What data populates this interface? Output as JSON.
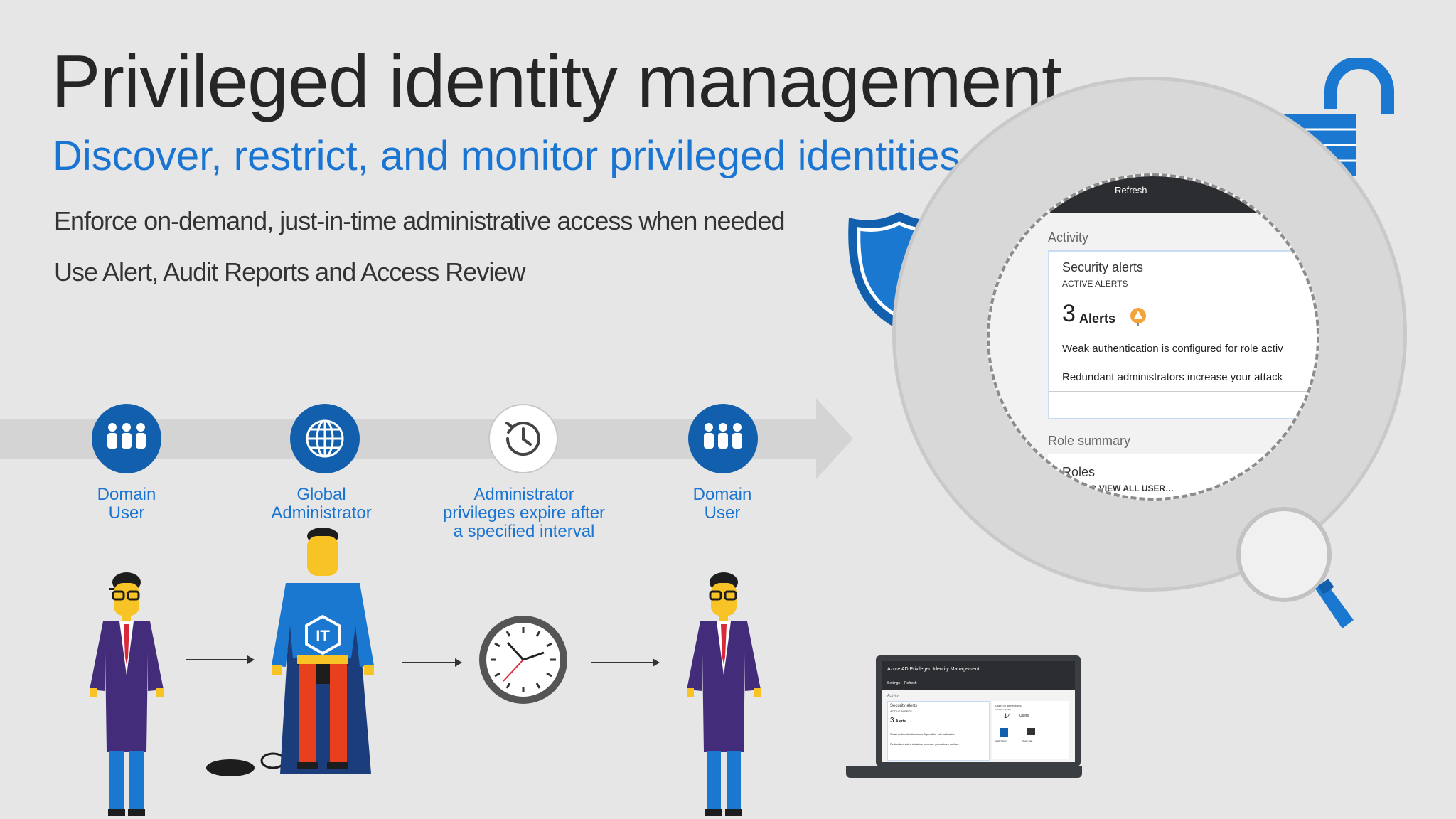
{
  "slide": {
    "title": "Privileged identity management",
    "subtitle": "Discover, restrict, and monitor privileged identities",
    "bullets": [
      "Enforce on-demand, just-in-time administrative access when needed",
      "Use Alert, Audit Reports and Access Review"
    ]
  },
  "workflow": {
    "steps": [
      {
        "icon": "users-group-icon",
        "label_lines": [
          "Domain",
          "User"
        ]
      },
      {
        "icon": "globe-icon",
        "label_lines": [
          "Global",
          "Administrator"
        ]
      },
      {
        "icon": "history-clock-icon",
        "label_lines": [
          "Administrator",
          "privileges expire after",
          "a specified interval"
        ]
      },
      {
        "icon": "users-group-icon",
        "label_lines": [
          "Domain",
          "User"
        ]
      }
    ],
    "badge_text": "IT"
  },
  "portal_zoom": {
    "toolbar_button": "Refresh",
    "activity_label": "Activity",
    "alerts_card_title": "Security alerts",
    "alerts_card_subtitle": "ACTIVE ALERTS",
    "alerts_count": "3",
    "alerts_unit": "Alerts",
    "alert_rows": [
      "Weak authentication is configured for role activ",
      "Redundant administrators increase your attack"
    ],
    "role_summary_label": "Role summary",
    "roles_label": "Roles",
    "view_all_link": "…RE TO VIEW ALL USER…"
  },
  "laptop_screen": {
    "window_title": "Azure AD Privileged Identity Management",
    "toolbar": [
      "Settings",
      "Refresh"
    ],
    "activity_label": "Activity",
    "alerts_card_title": "Security alerts",
    "alerts_card_subtitle": "ACTIVE ALERTS",
    "alerts_count": "3",
    "alerts_unit": "Alerts",
    "alert_rows": [
      "Weak authentication is configured for role activation",
      "Redundant administrators increase your attack surface"
    ],
    "users_card_title": "Users in admin roles",
    "users_card_subtitle": "ACTIVE USERS",
    "users_count": "14",
    "users_unit": "Users",
    "tiles": [
      "Audit history",
      "Quick start"
    ]
  },
  "colors": {
    "background": "#e6e6e6",
    "accent_blue": "#1a74d2",
    "dark_blue": "#1260ad",
    "alert_orange": "#f3a338"
  }
}
